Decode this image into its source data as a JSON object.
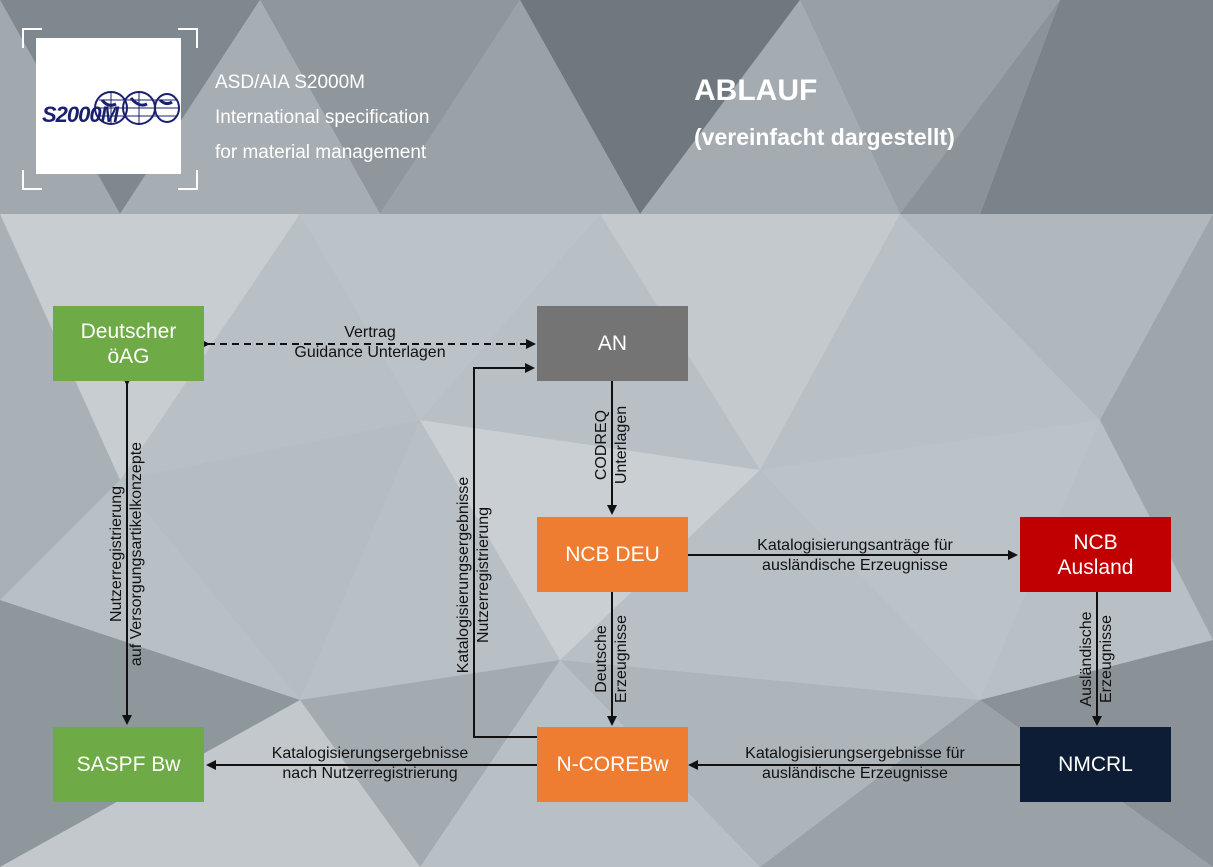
{
  "header": {
    "logo_text": "S2000M",
    "subtitle_lines": [
      "ASD/AIA S2000M",
      "International specification",
      "for material management"
    ],
    "title": "ABLAUF",
    "title_sub": "(vereinfacht dargestellt)"
  },
  "colors": {
    "green": "#6eaa45",
    "gray": "#747474",
    "orange": "#ee7d31",
    "red": "#c00000",
    "navy": "#0e1d36"
  },
  "nodes": {
    "oeag": "Deutscher\nöAG",
    "an": "AN",
    "ncb_deu": "NCB DEU",
    "ncb_ausland": "NCB\nAusland",
    "saspf": "SASPF Bw",
    "ncorebw": "N-COREBw",
    "nmcrl": "NMCRL"
  },
  "edges": {
    "vertrag": "Vertrag\nGuidance Unterlagen",
    "codreq": "CODREQ\nUnterlagen",
    "antraege": "Katalogisierungsanträge für\nausländische Erzeugnisse",
    "deutsche": "Deutsche\nErzeugnisse",
    "auslaendische": "Ausländische\nErzeugnisse",
    "nutzer": "Nutzerregistrierung\nauf Versorgungsartikelkonzepte",
    "katalog_vertical": "Katalogisierungsergebnisse\nNutzerregistrierung",
    "katalog_saspf": "Katalogisierungsergebnisse\nnach Nutzerregistrierung",
    "katalog_nmcrl": "Katalogisierungsergebnisse für\nausländische Erzeugnisse"
  }
}
